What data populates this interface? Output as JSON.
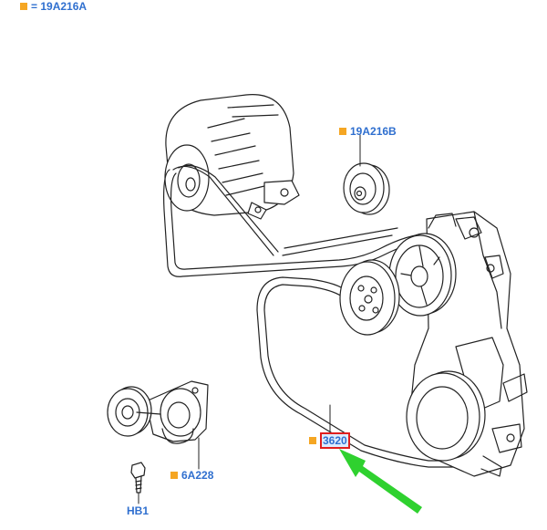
{
  "legend": {
    "text": "= 19A216A"
  },
  "callouts": [
    {
      "id": "19A216B",
      "text": "19A216B"
    },
    {
      "id": "3620",
      "text": "3620",
      "highlighted": true
    },
    {
      "id": "6A228",
      "text": "6A228"
    },
    {
      "id": "HB1",
      "text": "HB1",
      "marker": false
    }
  ],
  "colors": {
    "marker": "#f5a623",
    "label": "#2f6fcf",
    "highlight_border": "#e01e1e",
    "arrow": "#2fd12f",
    "line_art": "#222222"
  },
  "icons": {
    "marker": "orange-square-icon",
    "pointer": "green-arrow-icon"
  }
}
